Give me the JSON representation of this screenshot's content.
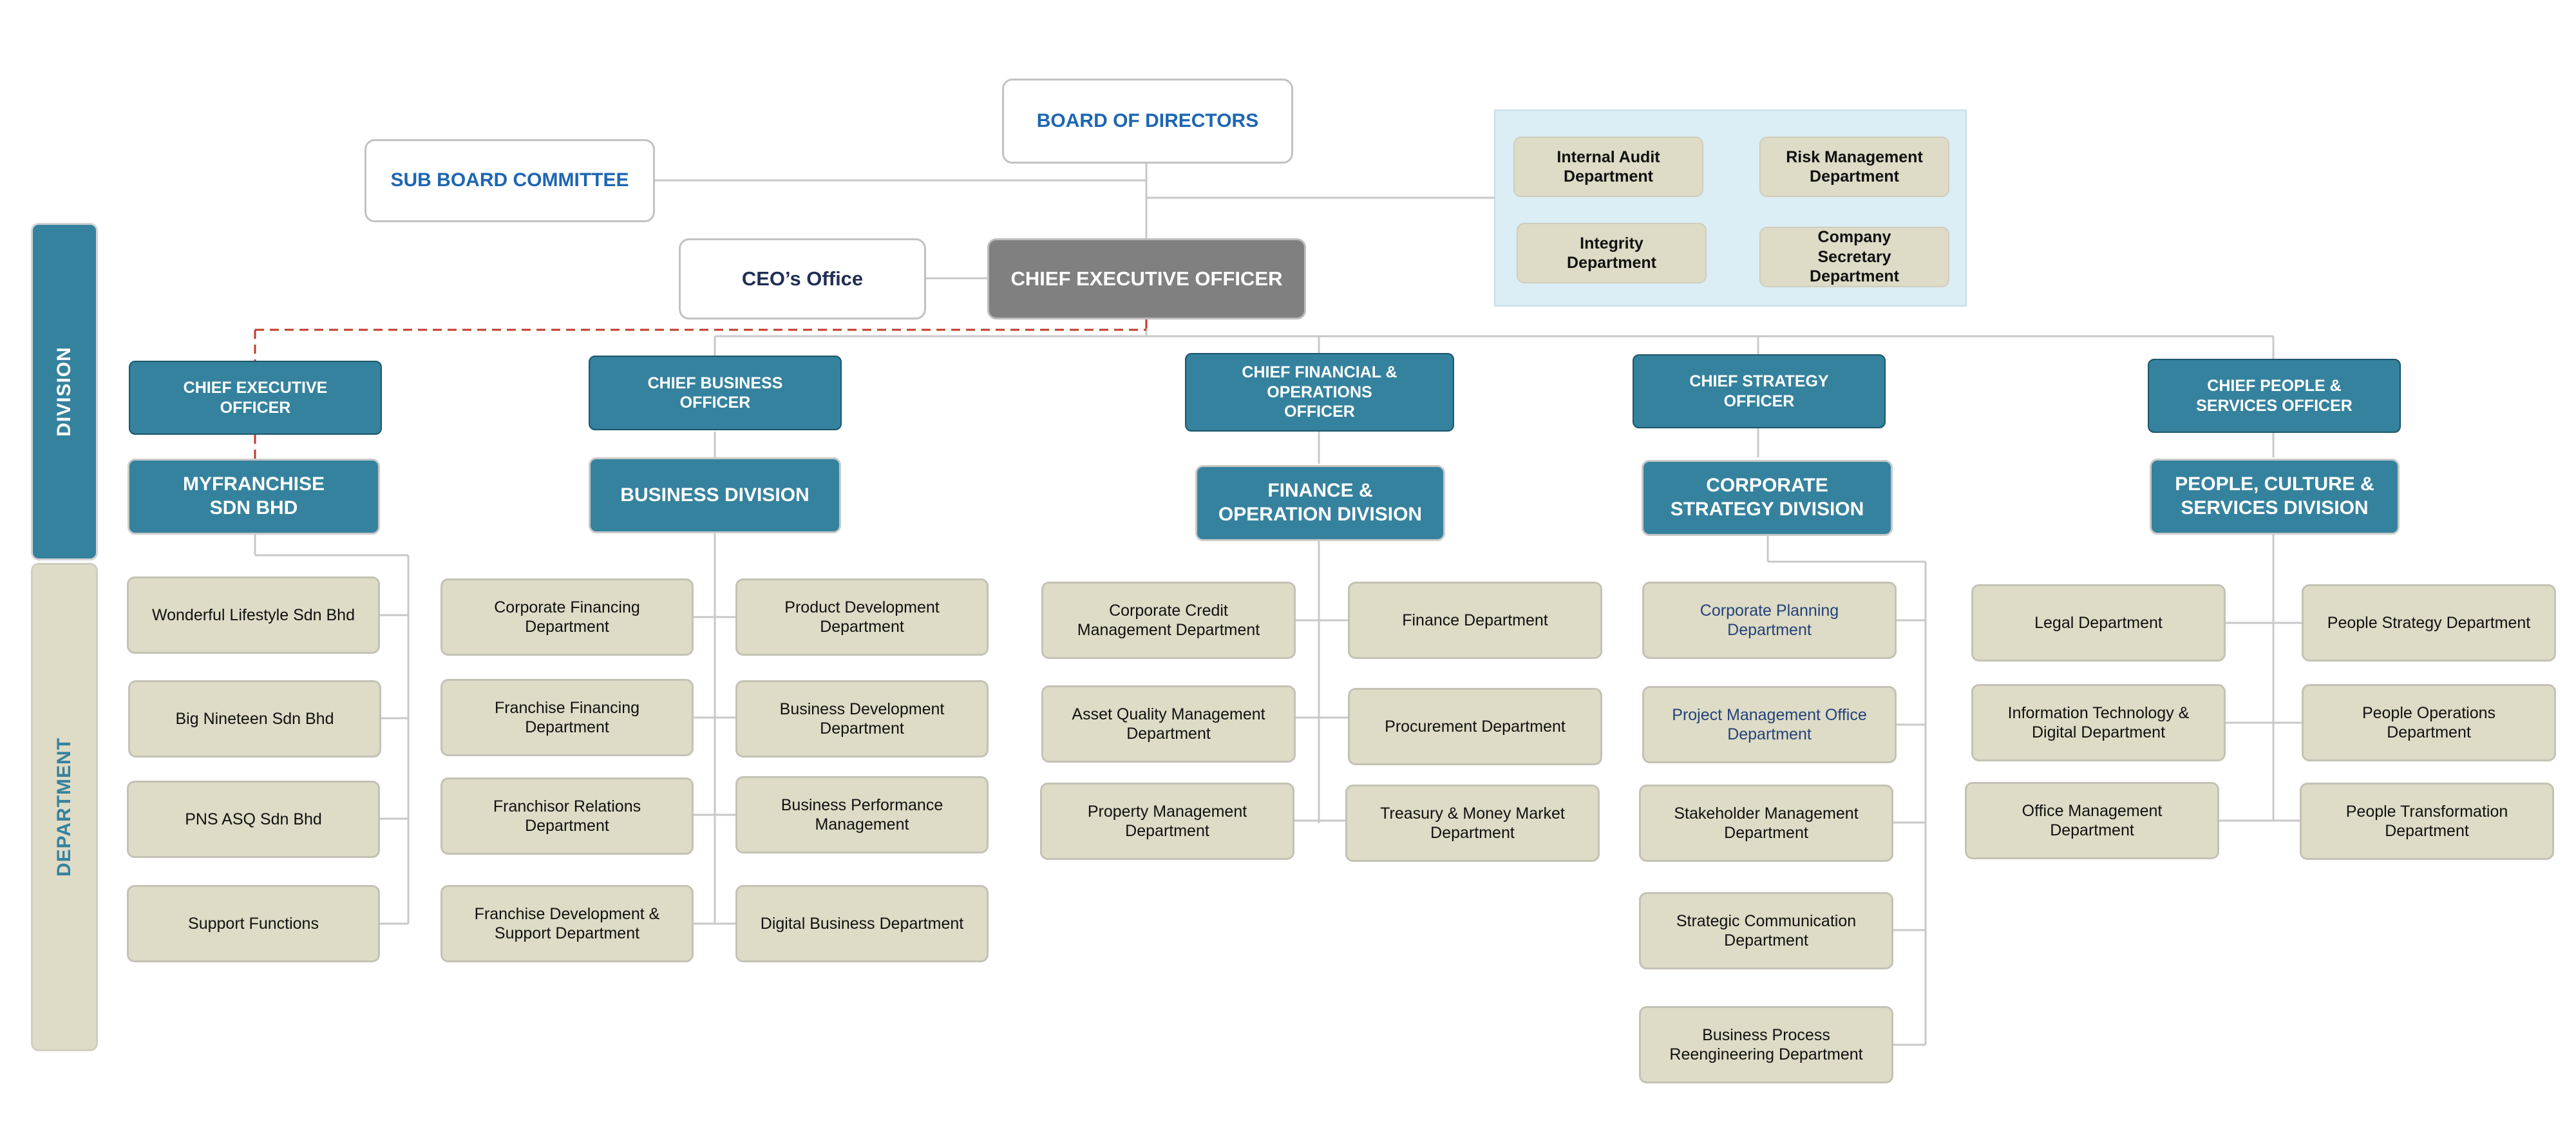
{
  "side_labels": {
    "division": "DIVISION",
    "department": "DEPARTMENT"
  },
  "board": "BOARD OF DIRECTORS",
  "sub_board": "SUB BOARD COMMITTEE",
  "ceo_office": "CEO’s Office",
  "ceo": "CHIEF EXECUTIVE OFFICER",
  "audit_group": [
    "Internal Audit\nDepartment",
    "Risk Management\nDepartment",
    "Integrity\nDepartment",
    "Company\nSecretary\nDepartment"
  ],
  "columns": [
    {
      "officer": "CHIEF EXECUTIVE\nOFFICER",
      "division": "MYFRANCHISE\nSDN BHD",
      "departments": [
        "Wonderful Lifestyle Sdn Bhd",
        "Big Nineteen Sdn Bhd",
        "PNS ASQ Sdn Bhd",
        "Support Functions"
      ]
    },
    {
      "officer": "CHIEF BUSINESS\nOFFICER",
      "division": "BUSINESS DIVISION",
      "departments": [
        "Corporate Financing\nDepartment",
        "Product Development\nDepartment",
        "Franchise Financing\nDepartment",
        "Business Development\nDepartment",
        "Franchisor Relations\nDepartment",
        "Business Performance\nManagement",
        "Franchise Development &\nSupport Department",
        "Digital Business Department"
      ]
    },
    {
      "officer": "CHIEF FINANCIAL &\nOPERATIONS\nOFFICER",
      "division": "FINANCE  &\nOPERATION DIVISION",
      "departments": [
        "Corporate Credit\nManagement Department",
        "Finance Department",
        "Asset Quality Management\nDepartment",
        "Procurement Department",
        "Property Management\nDepartment",
        "Treasury & Money Market\nDepartment"
      ]
    },
    {
      "officer": "CHIEF STRATEGY\nOFFICER",
      "division": "CORPORATE\nSTRATEGY DIVISION",
      "departments": [
        "Corporate Planning\nDepartment",
        "Project Management Office\nDepartment",
        "Stakeholder Management\nDepartment",
        "Strategic Communication\nDepartment",
        "Business Process\nReengineering Department"
      ]
    },
    {
      "officer": "CHIEF PEOPLE &\nSERVICES OFFICER",
      "division": "PEOPLE, CULTURE &\nSERVICES DIVISION",
      "departments": [
        "Legal Department",
        "People Strategy Department",
        "Information Technology &\nDigital Department",
        "People Operations\nDepartment",
        "Office Management\nDepartment",
        "People Transformation\nDepartment"
      ]
    }
  ],
  "colors": {
    "teal": "#35829e",
    "beige": "#dedbc6",
    "connector": "#c8c8c8",
    "dashed": "#c0392b",
    "ceo_grey": "#808080",
    "title_blue": "#1d66b3",
    "audit_panel": "#dbedf5"
  }
}
